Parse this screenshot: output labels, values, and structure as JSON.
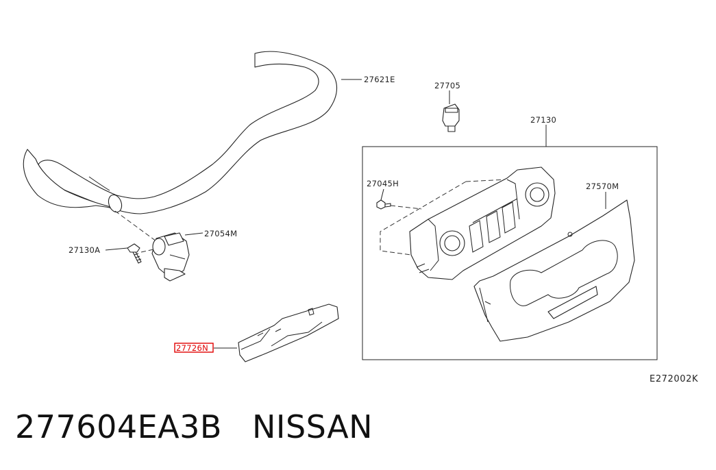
{
  "callouts": {
    "hose": "27621E",
    "clip_top": "27705",
    "control_assembly": "27130",
    "screw": "27045H",
    "finisher": "27570M",
    "sensor": "27054M",
    "bolt": "27130A",
    "bracket_highlighted": "27726N"
  },
  "diagram_code": "E272002K",
  "caption": {
    "part_number": "277604EA3B",
    "brand": "NISSAN"
  },
  "colors": {
    "highlight": "#e00000",
    "ink": "#222222"
  }
}
